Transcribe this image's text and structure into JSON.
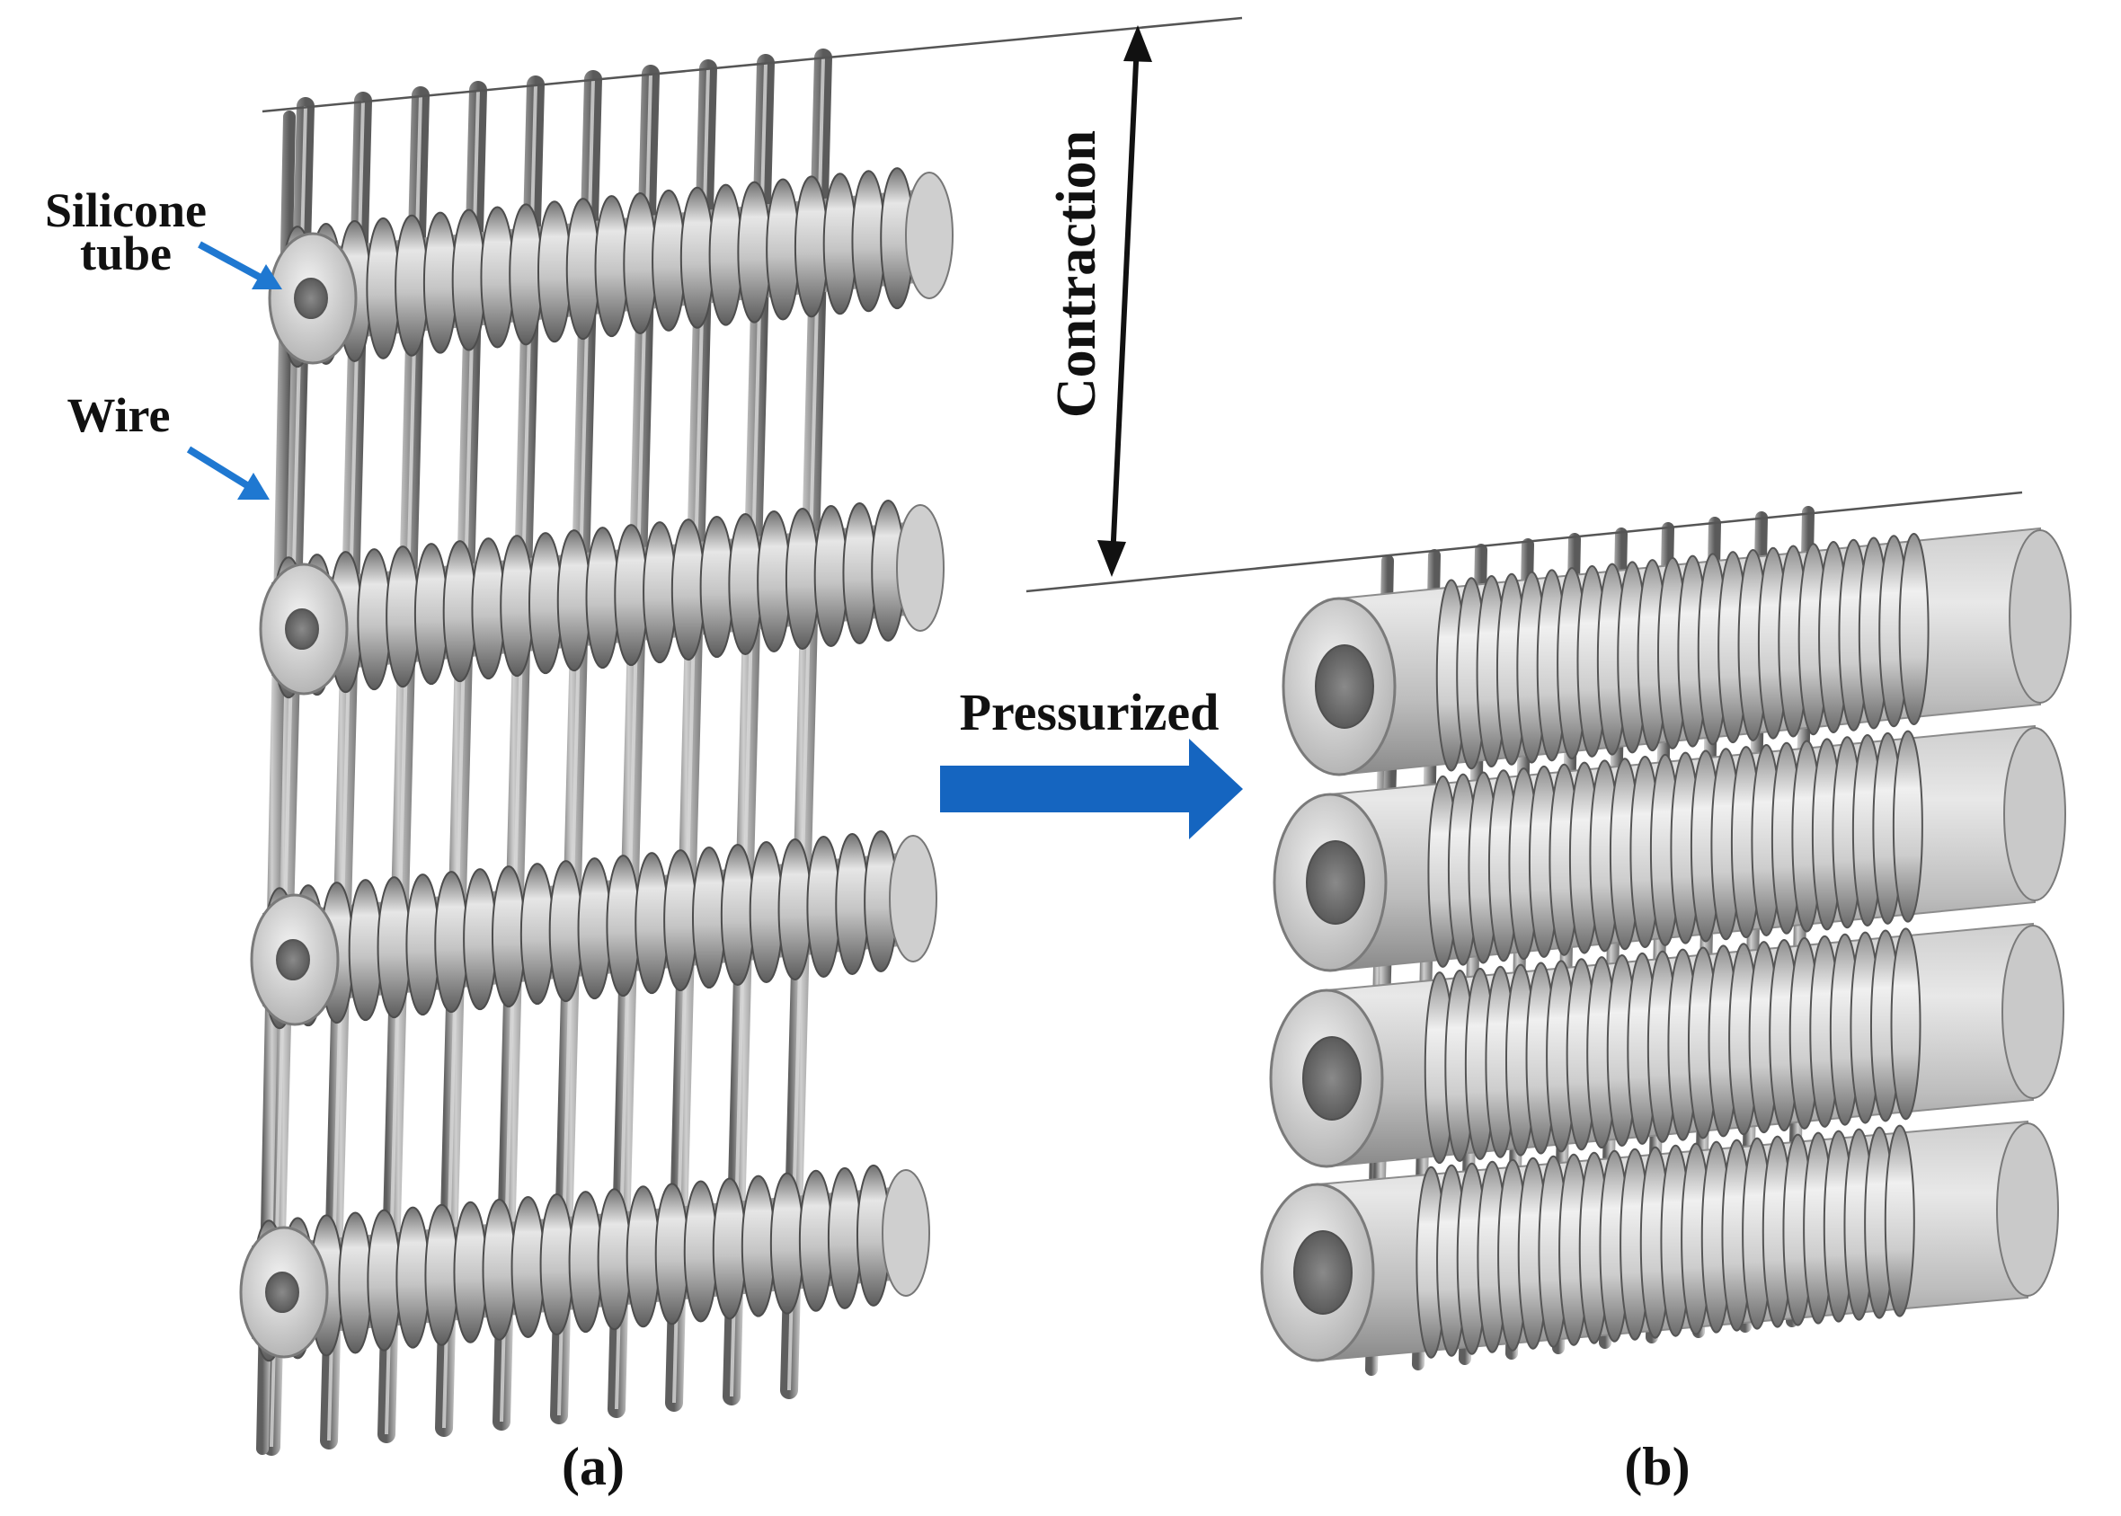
{
  "figure": {
    "labels": {
      "silicone_tube": [
        "Silicone",
        "tube"
      ],
      "wire": "Wire",
      "contraction": "Contraction",
      "pressurized": "Pressurized",
      "panel_a": "(a)",
      "panel_b": "(b)"
    },
    "colors": {
      "arrow_blue": "#1565c0",
      "pointer_blue": "#1f78d1",
      "metal_light": "#e2e2e2",
      "metal_mid": "#a9a9a9",
      "metal_dark": "#6e6e6e",
      "tube_surface": "#d6d6d6",
      "outline": "#888888",
      "text": "#111111"
    },
    "panel_a": {
      "vertical_wires": 10,
      "tube_rows": 4,
      "coil_turns": 22
    },
    "panel_b": {
      "vertical_wires": 10,
      "tube_rows": 4,
      "coil_turns": 24
    }
  }
}
